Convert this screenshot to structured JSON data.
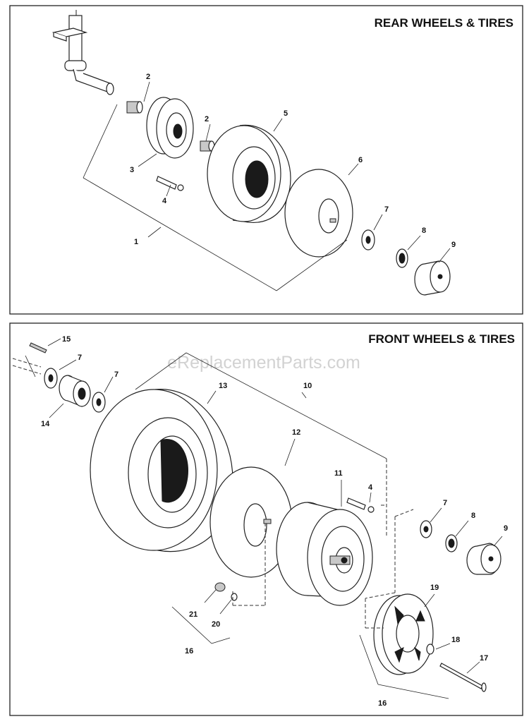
{
  "watermark": "eReplacementParts.com",
  "panels": [
    {
      "title": "REAR WHEELS & TIRES",
      "callouts": [
        "1",
        "2",
        "2",
        "3",
        "4",
        "5",
        "6",
        "7",
        "8",
        "9"
      ]
    },
    {
      "title": "FRONT WHEELS & TIRES",
      "callouts": [
        "15",
        "7",
        "7",
        "14",
        "13",
        "10",
        "12",
        "11",
        "4",
        "7",
        "8",
        "9",
        "19",
        "18",
        "17",
        "16",
        "21",
        "20",
        "16"
      ]
    }
  ]
}
